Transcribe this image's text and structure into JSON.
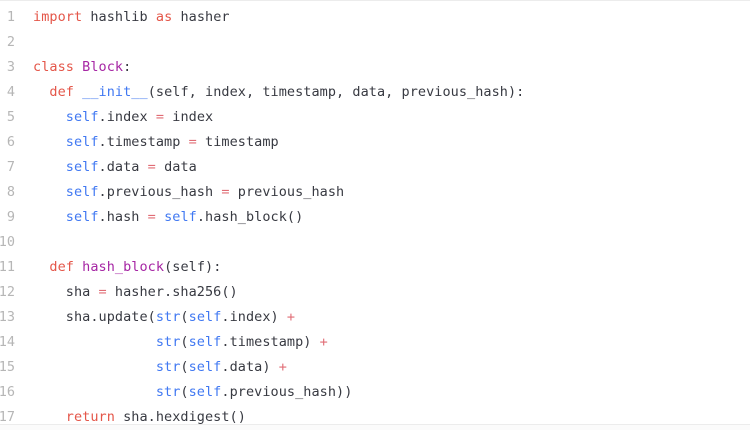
{
  "editor": {
    "language": "python",
    "background_color": "#ffffff",
    "gutter_color": "#b6b6b6",
    "border_color": "#ececec",
    "line_count": 17
  },
  "theme": {
    "name": "atom-one-light",
    "keyword_color": "#e45649",
    "operator_color": "#e06c75",
    "class_color": "#a626a4",
    "builtin_color": "#4078f2",
    "plain_color": "#383a42"
  },
  "lines": [
    {
      "number": "1",
      "tokens": [
        {
          "t": "import",
          "c": "keyword"
        },
        {
          "t": " ",
          "c": "plain"
        },
        {
          "t": "hashlib",
          "c": "plain"
        },
        {
          "t": " ",
          "c": "plain"
        },
        {
          "t": "as",
          "c": "keyword"
        },
        {
          "t": " ",
          "c": "plain"
        },
        {
          "t": "hasher",
          "c": "plain"
        }
      ]
    },
    {
      "number": "2",
      "tokens": []
    },
    {
      "number": "3",
      "tokens": [
        {
          "t": "class",
          "c": "keyword"
        },
        {
          "t": " ",
          "c": "plain"
        },
        {
          "t": "Block",
          "c": "class"
        },
        {
          "t": ":",
          "c": "plain"
        }
      ]
    },
    {
      "number": "4",
      "tokens": [
        {
          "t": "  ",
          "c": "plain"
        },
        {
          "t": "def",
          "c": "keyword"
        },
        {
          "t": " ",
          "c": "plain"
        },
        {
          "t": "__init__",
          "c": "builtin"
        },
        {
          "t": "(",
          "c": "plain"
        },
        {
          "t": "self",
          "c": "plain"
        },
        {
          "t": ", index, timestamp, data, previous_hash):",
          "c": "plain"
        }
      ]
    },
    {
      "number": "5",
      "tokens": [
        {
          "t": "    ",
          "c": "plain"
        },
        {
          "t": "self",
          "c": "builtin"
        },
        {
          "t": ".index ",
          "c": "plain"
        },
        {
          "t": "=",
          "c": "operator"
        },
        {
          "t": " index",
          "c": "plain"
        }
      ]
    },
    {
      "number": "6",
      "tokens": [
        {
          "t": "    ",
          "c": "plain"
        },
        {
          "t": "self",
          "c": "builtin"
        },
        {
          "t": ".timestamp ",
          "c": "plain"
        },
        {
          "t": "=",
          "c": "operator"
        },
        {
          "t": " timestamp",
          "c": "plain"
        }
      ]
    },
    {
      "number": "7",
      "tokens": [
        {
          "t": "    ",
          "c": "plain"
        },
        {
          "t": "self",
          "c": "builtin"
        },
        {
          "t": ".data ",
          "c": "plain"
        },
        {
          "t": "=",
          "c": "operator"
        },
        {
          "t": " data",
          "c": "plain"
        }
      ]
    },
    {
      "number": "8",
      "tokens": [
        {
          "t": "    ",
          "c": "plain"
        },
        {
          "t": "self",
          "c": "builtin"
        },
        {
          "t": ".previous_hash ",
          "c": "plain"
        },
        {
          "t": "=",
          "c": "operator"
        },
        {
          "t": " previous_hash",
          "c": "plain"
        }
      ]
    },
    {
      "number": "9",
      "tokens": [
        {
          "t": "    ",
          "c": "plain"
        },
        {
          "t": "self",
          "c": "builtin"
        },
        {
          "t": ".hash ",
          "c": "plain"
        },
        {
          "t": "=",
          "c": "operator"
        },
        {
          "t": " ",
          "c": "plain"
        },
        {
          "t": "self",
          "c": "builtin"
        },
        {
          "t": ".hash_block()",
          "c": "plain"
        }
      ]
    },
    {
      "number": "10",
      "tokens": []
    },
    {
      "number": "11",
      "tokens": [
        {
          "t": "  ",
          "c": "plain"
        },
        {
          "t": "def",
          "c": "keyword"
        },
        {
          "t": " ",
          "c": "plain"
        },
        {
          "t": "hash_block",
          "c": "class"
        },
        {
          "t": "(",
          "c": "plain"
        },
        {
          "t": "self",
          "c": "plain"
        },
        {
          "t": "):",
          "c": "plain"
        }
      ]
    },
    {
      "number": "12",
      "tokens": [
        {
          "t": "    ",
          "c": "plain"
        },
        {
          "t": "sha ",
          "c": "plain"
        },
        {
          "t": "=",
          "c": "operator"
        },
        {
          "t": " hasher.sha256()",
          "c": "plain"
        }
      ]
    },
    {
      "number": "13",
      "tokens": [
        {
          "t": "    ",
          "c": "plain"
        },
        {
          "t": "sha.update(",
          "c": "plain"
        },
        {
          "t": "str",
          "c": "builtin"
        },
        {
          "t": "(",
          "c": "plain"
        },
        {
          "t": "self",
          "c": "builtin"
        },
        {
          "t": ".index) ",
          "c": "plain"
        },
        {
          "t": "+",
          "c": "operator"
        }
      ]
    },
    {
      "number": "14",
      "tokens": [
        {
          "t": "               ",
          "c": "plain"
        },
        {
          "t": "str",
          "c": "builtin"
        },
        {
          "t": "(",
          "c": "plain"
        },
        {
          "t": "self",
          "c": "builtin"
        },
        {
          "t": ".timestamp) ",
          "c": "plain"
        },
        {
          "t": "+",
          "c": "operator"
        }
      ]
    },
    {
      "number": "15",
      "tokens": [
        {
          "t": "               ",
          "c": "plain"
        },
        {
          "t": "str",
          "c": "builtin"
        },
        {
          "t": "(",
          "c": "plain"
        },
        {
          "t": "self",
          "c": "builtin"
        },
        {
          "t": ".data) ",
          "c": "plain"
        },
        {
          "t": "+",
          "c": "operator"
        }
      ]
    },
    {
      "number": "16",
      "tokens": [
        {
          "t": "               ",
          "c": "plain"
        },
        {
          "t": "str",
          "c": "builtin"
        },
        {
          "t": "(",
          "c": "plain"
        },
        {
          "t": "self",
          "c": "builtin"
        },
        {
          "t": ".previous_hash))",
          "c": "plain"
        }
      ]
    },
    {
      "number": "17",
      "tokens": [
        {
          "t": "    ",
          "c": "plain"
        },
        {
          "t": "return",
          "c": "keyword"
        },
        {
          "t": " sha.hexdigest()",
          "c": "plain"
        }
      ]
    }
  ]
}
